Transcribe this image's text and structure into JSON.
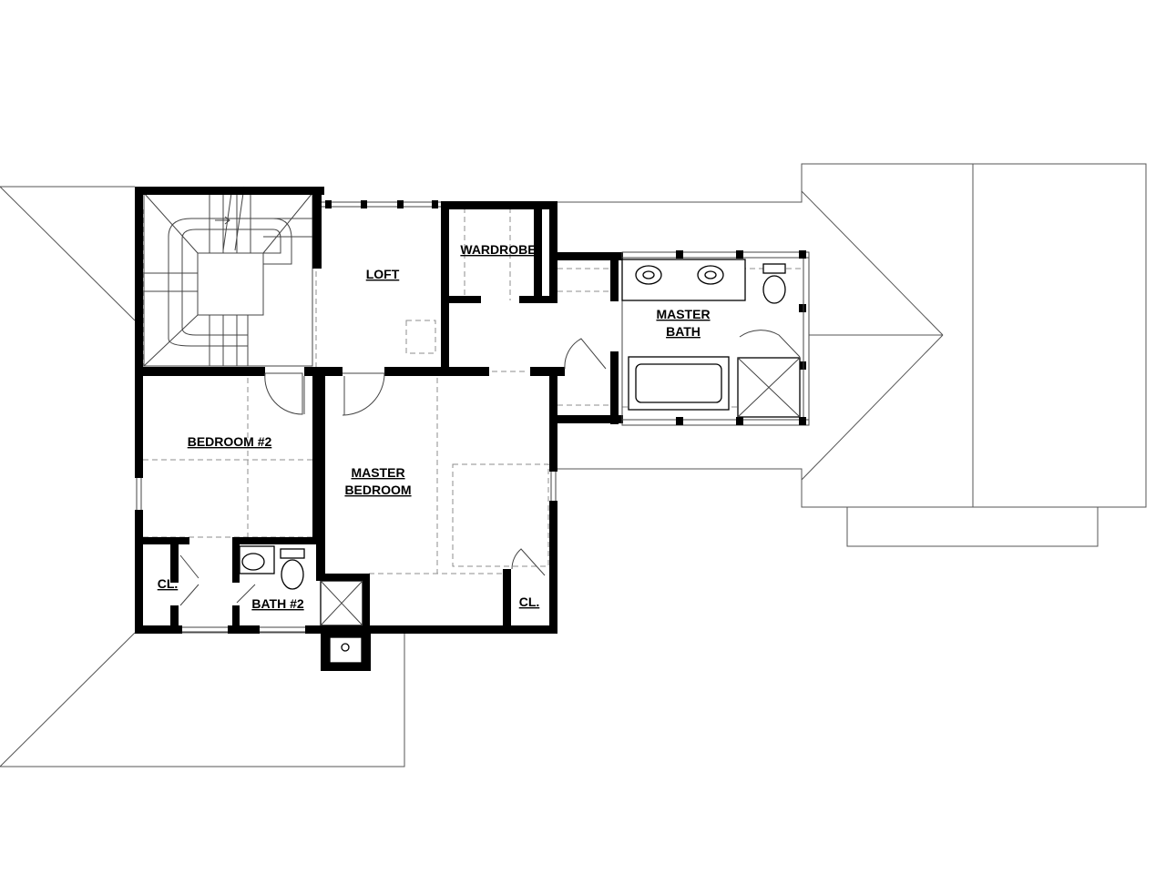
{
  "plan": {
    "rooms": {
      "loft": "LOFT",
      "wardrobe": "WARDROBE",
      "master_bath": [
        "MASTER",
        "BATH"
      ],
      "bedroom2": "BEDROOM #2",
      "master_bedroom": [
        "MASTER",
        "BEDROOM"
      ],
      "closet_left": "CL.",
      "bath2": "BATH #2",
      "closet_right": "CL."
    },
    "colors": {
      "wall": "#000000",
      "roof_line": "#555555",
      "dashed_line": "#8c8c8c",
      "background": "#ffffff"
    }
  }
}
